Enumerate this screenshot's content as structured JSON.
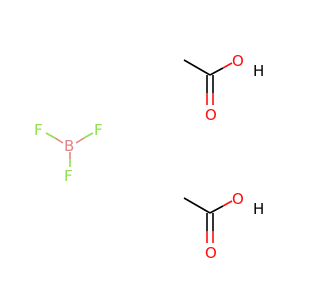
{
  "molecules": [
    {
      "name": "acetic-acid",
      "atoms": {
        "oh": "O",
        "h": "H",
        "o": "O"
      }
    },
    {
      "name": "boron-trifluoride",
      "atoms": {
        "f1": "F",
        "b": "B",
        "f2": "F",
        "f3": "F"
      }
    },
    {
      "name": "acetic-acid",
      "atoms": {
        "oh": "O",
        "h": "H",
        "o": "O"
      }
    }
  ],
  "colors": {
    "carbon_bond": "#000000",
    "oxygen": "#ff0d0d",
    "fluorine": "#90e050",
    "boron": "#e18585",
    "hydrogen": "#000000"
  }
}
